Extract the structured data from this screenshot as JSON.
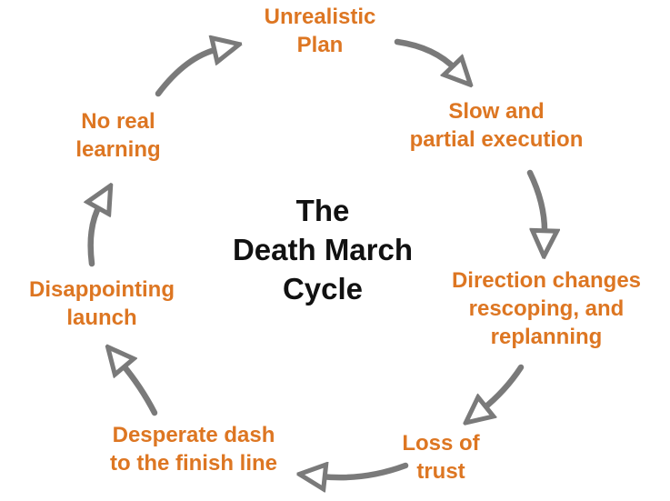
{
  "diagram": {
    "title": {
      "text": "The Death March Cycle",
      "lines": [
        "The",
        "Death March",
        "Cycle"
      ]
    },
    "nodes": [
      {
        "id": "unrealistic-plan",
        "label": "Unrealistic Plan",
        "lines": [
          "Unrealistic",
          "Plan"
        ]
      },
      {
        "id": "slow-partial-execution",
        "label": "Slow and partial execution",
        "lines": [
          "Slow and",
          "partial execution"
        ]
      },
      {
        "id": "direction-changes",
        "label": "Direction changes rescoping, and replanning",
        "lines": [
          "Direction changes",
          "rescoping, and",
          "replanning"
        ]
      },
      {
        "id": "loss-of-trust",
        "label": "Loss of trust",
        "lines": [
          "Loss of",
          "trust"
        ]
      },
      {
        "id": "desperate-dash",
        "label": "Desperate dash to the finish line",
        "lines": [
          "Desperate dash",
          "to the finish line"
        ]
      },
      {
        "id": "disappointing-launch",
        "label": "Disappointing launch",
        "lines": [
          "Disappointing",
          "launch"
        ]
      },
      {
        "id": "no-real-learning",
        "label": "No real learning",
        "lines": [
          "No real",
          "learning"
        ]
      }
    ],
    "arrows": [
      {
        "from": "no-real-learning",
        "to": "unrealistic-plan"
      },
      {
        "from": "unrealistic-plan",
        "to": "slow-partial-execution"
      },
      {
        "from": "slow-partial-execution",
        "to": "direction-changes"
      },
      {
        "from": "direction-changes",
        "to": "loss-of-trust"
      },
      {
        "from": "loss-of-trust",
        "to": "desperate-dash"
      },
      {
        "from": "desperate-dash",
        "to": "disappointing-launch"
      },
      {
        "from": "disappointing-launch",
        "to": "no-real-learning"
      }
    ],
    "colors": {
      "node_text": "#DD7622",
      "title_text": "#111111",
      "arrow": "#7A7A7A",
      "background": "#FFFFFF"
    }
  }
}
